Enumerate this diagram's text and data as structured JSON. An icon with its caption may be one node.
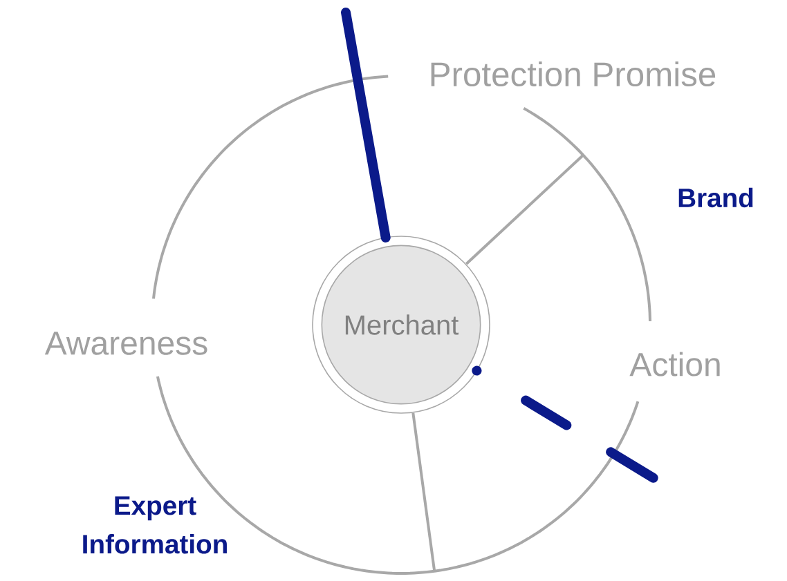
{
  "diagram": {
    "nodes": [
      {
        "text": [
          "Merchant"
        ]
      }
    ],
    "labels": [
      "Protection Promise",
      "Brand",
      "Awareness",
      "Action",
      "Expert Information"
    ]
  }
}
